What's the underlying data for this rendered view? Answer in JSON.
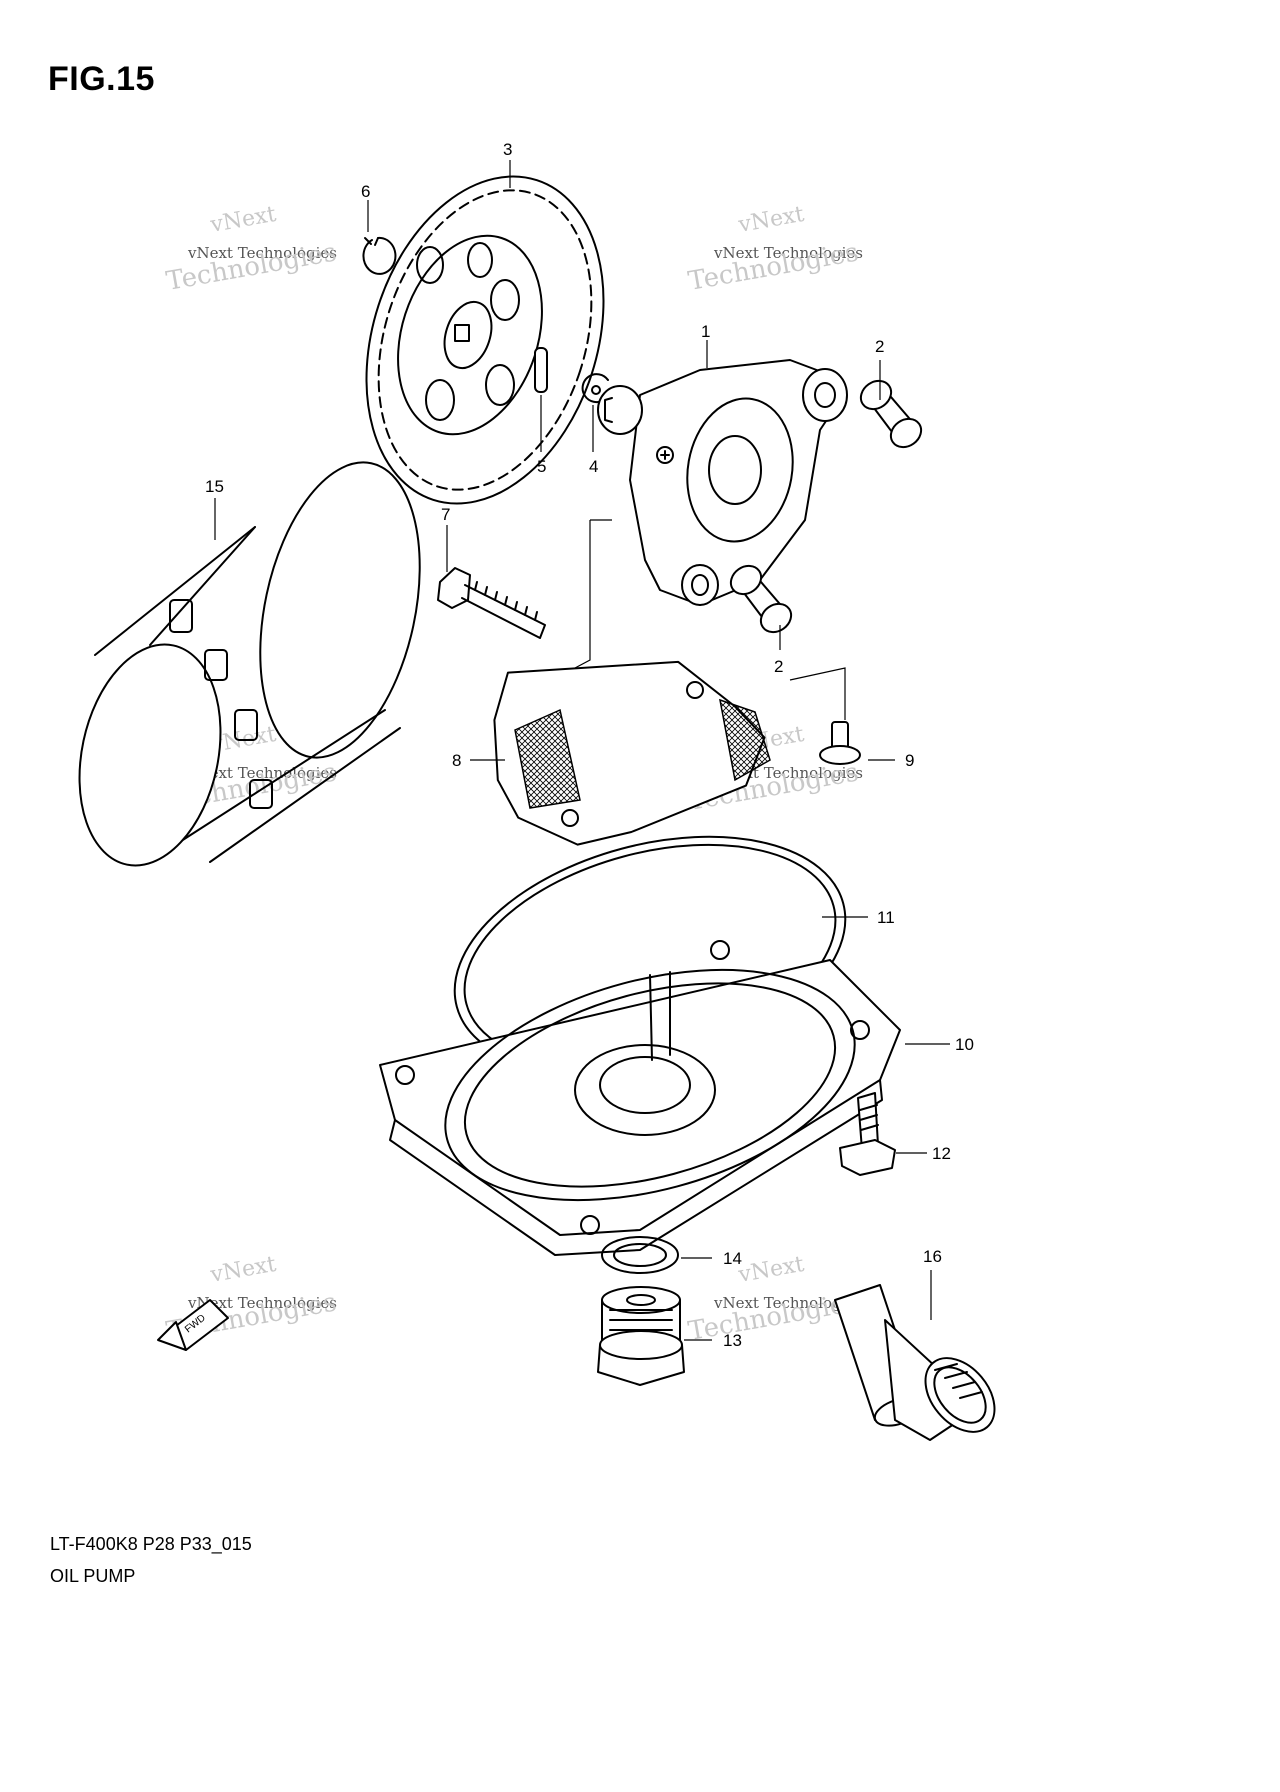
{
  "figure": {
    "title": "FIG.15"
  },
  "footer": {
    "model_code": "LT-F400K8 P28 P33_015",
    "section_name": "OIL PUMP"
  },
  "watermark": {
    "line1": "vNext",
    "line2": "vNext Technologies",
    "line3": "Technologies"
  },
  "fwd_label": "FWD",
  "callouts": {
    "c1": "1",
    "c2a": "2",
    "c2b": "2",
    "c3": "3",
    "c4": "4",
    "c5": "5",
    "c6": "6",
    "c7": "7",
    "c8": "8",
    "c9": "9",
    "c10": "10",
    "c11": "11",
    "c12": "12",
    "c13": "13",
    "c14": "14",
    "c15": "15",
    "c16": "16"
  }
}
